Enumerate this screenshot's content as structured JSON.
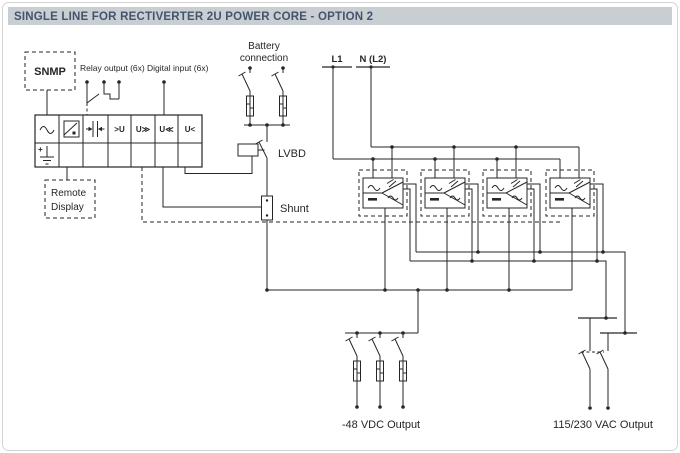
{
  "title": "SINGLE LINE FOR RECTIVERTER 2U POWER CORE - OPTION 2",
  "colors": {
    "line": "#262626",
    "title_bar_bg": "#c9ced3",
    "title_text": "#42556b",
    "canvas": "#ffffff",
    "frame_border": "#d4d4d4"
  },
  "io": {
    "snmp": "SNMP",
    "relay_output": "Relay output (6x)",
    "digital_input": "Digital input (6x)",
    "remote_display": [
      "Remote",
      "Display"
    ]
  },
  "controller": {
    "ground_plus": "+",
    "cells": {
      "c4": ">U",
      "c5": "U≫",
      "c6": "U≪",
      "c7": "U<"
    }
  },
  "battery": {
    "label": [
      "Battery",
      "connection"
    ]
  },
  "ac_input": {
    "l1": "L1",
    "n": "N (L2)"
  },
  "devices": {
    "lvbd": "LVBD",
    "shunt": "Shunt"
  },
  "outputs": {
    "dc": "-48 VDC Output",
    "ac": "115/230 VAC Output"
  },
  "modules": {
    "count": 4
  }
}
